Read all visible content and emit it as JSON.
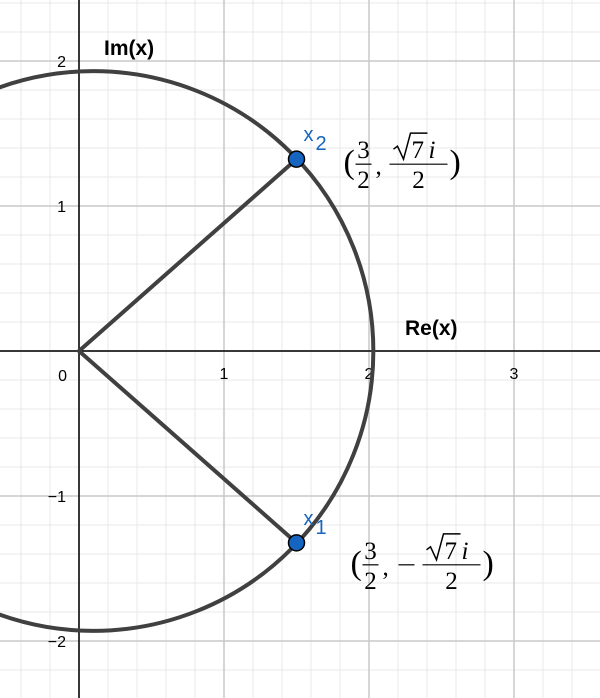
{
  "chart_data": {
    "type": "scatter",
    "title": "",
    "xlabel": "Re(x)",
    "ylabel": "Im(x)",
    "xlim": [
      -0.55,
      3.6
    ],
    "ylim": [
      -2.38,
      2.42
    ],
    "grid": true,
    "x_ticks": [
      1,
      2,
      3
    ],
    "y_ticks": [
      2,
      1,
      -1,
      -2
    ],
    "origin_label": "0",
    "tick_labels": {
      "x": [
        "0",
        "1",
        "2",
        "3"
      ],
      "y": [
        "2",
        "1",
        "−1",
        "−2"
      ]
    },
    "circle": {
      "center_re": 0.1,
      "center_im": 0,
      "radius": 1.93
    },
    "points": [
      {
        "name": "x2",
        "label": "x",
        "subscript": "2",
        "re": 1.5,
        "im": 1.3229,
        "annotation": {
          "open": "(",
          "num1": "3",
          "den1": "2",
          "sep": ",",
          "sign": "",
          "num2_sqrt": "7",
          "num2_i": "i",
          "den2": "2",
          "close": ")"
        }
      },
      {
        "name": "x1",
        "label": "x",
        "subscript": "1",
        "re": 1.5,
        "im": -1.3229,
        "annotation": {
          "open": "(",
          "num1": "3",
          "den1": "2",
          "sep": ",",
          "sign": "−",
          "num2_sqrt": "7",
          "num2_i": "i",
          "den2": "2",
          "close": ")"
        }
      }
    ],
    "segments": [
      {
        "from": [
          0,
          0
        ],
        "to": [
          1.5,
          1.3229
        ]
      },
      {
        "from": [
          0,
          0
        ],
        "to": [
          1.5,
          -1.3229
        ]
      }
    ]
  },
  "style": {
    "point_color": "#1565c0",
    "point_label_color": "#1565c0",
    "curve_color": "#404040",
    "axis_color": "#000000",
    "major_grid_color": "#c8c8c8",
    "minor_grid_color": "#e8e8e8"
  }
}
